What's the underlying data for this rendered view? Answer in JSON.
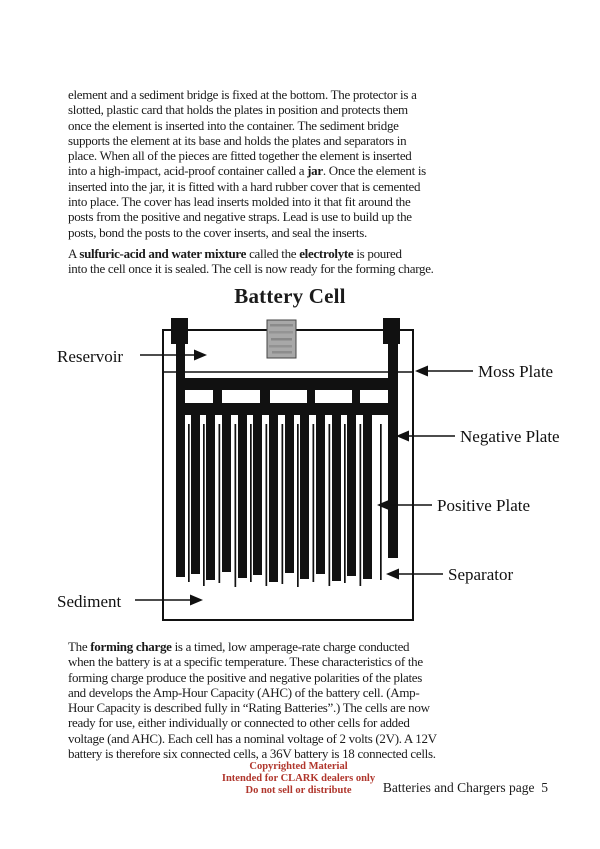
{
  "page": {
    "title": "Battery Cell",
    "page_label": "Batteries and Chargers page  5"
  },
  "paragraphs": {
    "p1": {
      "lines": [
        "element and a sediment bridge is fixed at the bottom. The protector is a",
        "slotted, plastic card that holds the plates in position and protects them",
        "once the element is inserted into the container. The sediment bridge",
        "supports the element at its base and holds the plates and separators in",
        "place. When all of the pieces are fitted together the element is inserted",
        [
          {
            "t": "into a high-impact, acid-proof container called a "
          },
          {
            "t": "jar",
            "b": true
          },
          {
            "t": ". Once the element is"
          }
        ],
        "inserted into the jar, it is fitted with a hard rubber cover that is cemented",
        "into place. The cover has lead inserts molded into it that fit around the",
        "posts from the positive and negative straps. Lead is use to build up the",
        "posts, bond the posts to the cover inserts, and seal the inserts."
      ]
    },
    "p2": {
      "lines": [
        [
          {
            "t": "A "
          },
          {
            "t": "sulfuric-acid and water mixture",
            "b": true
          },
          {
            "t": " called the "
          },
          {
            "t": "electrolyte",
            "b": true
          },
          {
            "t": " is poured"
          }
        ],
        "into the cell once it is sealed. The cell is now ready for the forming charge."
      ]
    },
    "p3": {
      "lines": [
        [
          {
            "t": "The "
          },
          {
            "t": "forming charge",
            "b": true
          },
          {
            "t": " is a timed, low amperage-rate charge conducted"
          }
        ],
        "when the battery is at a specific temperature. These characteristics of the",
        "forming charge produce the positive and negative polarities of the plates",
        "and develops the Amp-Hour Capacity (AHC) of the battery cell. (Amp-",
        "Hour Capacity is described fully in “Rating Batteries”.) The cells are now",
        "ready for use, either individually or connected to other cells for added",
        "voltage (and AHC). Each cell has a nominal voltage of 2 volts (2V). A 12V",
        "battery is therefore six connected cells, a 36V battery is 18 connected cells."
      ]
    }
  },
  "diagram": {
    "title": "Battery Cell",
    "labels": {
      "reservoir": "Reservoir",
      "moss_plate": "Moss Plate",
      "negative_plate": "Negative Plate",
      "positive_plate": "Positive Plate",
      "separator": "Separator",
      "sediment": "Sediment"
    }
  },
  "footer": {
    "copyright_lines": [
      "Copyrighted Material",
      "Intended for CLARK dealers only",
      "Do not sell or distribute"
    ]
  },
  "colors": {
    "ink": "#1b1b1b",
    "copyright_red": "#b0362c",
    "vent_cap_gray": "#a8a8a8"
  }
}
